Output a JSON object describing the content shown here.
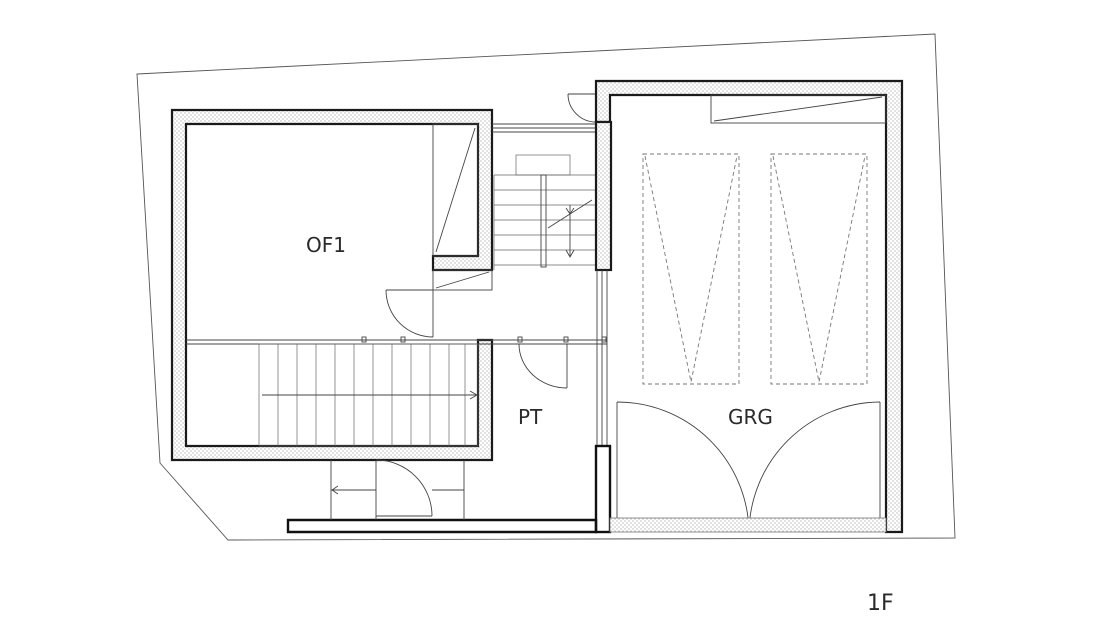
{
  "rooms": {
    "office": "OF1",
    "passage": "PT",
    "garage": "GRG"
  },
  "floor_label": "1F",
  "colors": {
    "line": "#1a1a1a",
    "hatch": "#b8b8b8",
    "background": "#ffffff"
  }
}
